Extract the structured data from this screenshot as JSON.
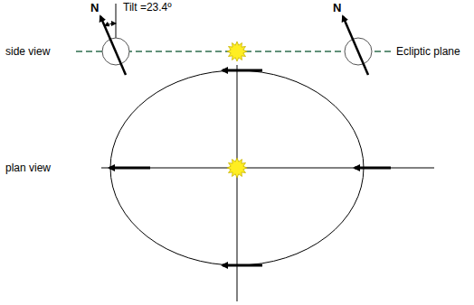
{
  "diagram": {
    "labels": [
      "N",
      "Tilt =23.4º",
      "N",
      "side view",
      "Ecliptic plane",
      "plan view"
    ]
  }
}
